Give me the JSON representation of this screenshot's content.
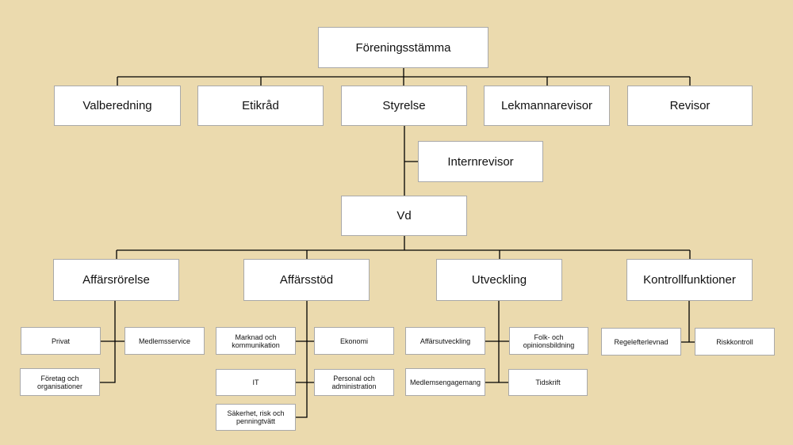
{
  "top": "Föreningsstämma",
  "level2": [
    "Valberedning",
    "Etikråd",
    "Styrelse",
    "Lekmannarevisor",
    "Revisor"
  ],
  "internrevisor": "Internrevisor",
  "vd": "Vd",
  "departments": [
    {
      "name": "Affärsrörelse",
      "units": [
        "Privat",
        "Medlemsservice",
        "Företag och organisationer"
      ]
    },
    {
      "name": "Affärsstöd",
      "units": [
        "Marknad och kommunikation",
        "Ekonomi",
        "IT",
        "Personal och administration",
        "Säkerhet, risk och penningtvätt"
      ]
    },
    {
      "name": "Utveckling",
      "units": [
        "Affärsutveckling",
        "Folk- och opinionsbildning",
        "Medlemsengagemang",
        "Tidskrift"
      ]
    },
    {
      "name": "Kontrollfunktioner",
      "units": [
        "Regelefterlevnad",
        "Riskkontroll"
      ]
    }
  ],
  "colors": {
    "background": "#ebdaae",
    "box": "#ffffff",
    "line": "#000000"
  }
}
